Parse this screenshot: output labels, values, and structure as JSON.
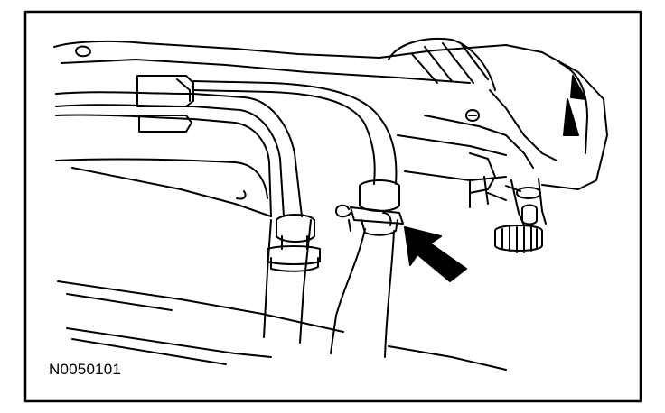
{
  "figure": {
    "code": "N0050101",
    "colors": {
      "ink": "#000000",
      "paper": "#ffffff"
    },
    "callouts": [
      {
        "type": "arrow",
        "icon": "arrow-icon",
        "target": "hose-clamp-right"
      }
    ]
  }
}
